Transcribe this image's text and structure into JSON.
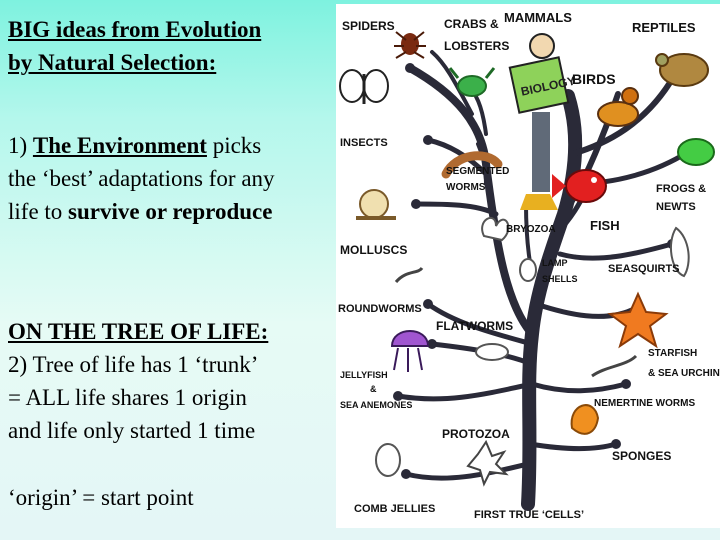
{
  "slide": {
    "title_line1": "BIG ideas from Evolution",
    "title_line2": "by Natural Selection:",
    "p1_prefix": "1) ",
    "p1_highlight": "The Environment",
    "p1_middle": " picks",
    "p1_line2": "the ‘best’ adaptations for any",
    "p1_line3_prefix": "life to ",
    "p1_line3_bold": "survive or reproduce",
    "p2_heading": "ON THE TREE OF LIFE:",
    "p2_line1": "2) Tree of life has 1 ‘trunk’",
    "p2_line2": "= ALL life shares 1 origin",
    "p2_line3": "and life only started 1 time",
    "p3_line": "‘origin’ = start point"
  },
  "tree": {
    "labels": {
      "spiders": "SPIDERS",
      "crabs1": "CRABS &",
      "crabs2": "LOBSTERS",
      "mammals": "MAMMALS",
      "reptiles": "REPTILES",
      "birds": "BIRDS",
      "insects": "INSECTS",
      "segmented1": "SEGMENTED",
      "segmented2": "WORMS",
      "frogs1": "FROGS &",
      "frogs2": "NEWTS",
      "fish": "FISH",
      "bryozoa": "BRYOZOA",
      "molluscs": "MOLLUSCS",
      "lamp1": "LAMP",
      "lamp2": "SHELLS",
      "seasquirts": "SEASQUIRTS",
      "roundworms": "ROUNDWORMS",
      "flatworms": "FLATWORMS",
      "starfish1": "STARFISH",
      "starfish2": "& SEA URCHINS",
      "jelly1": "JELLYFISH",
      "jelly2": "&",
      "jelly3": "SEA ANEMONES",
      "nemertine": "NEMERTINE WORMS",
      "protozoa": "PROTOZOA",
      "sponges": "SPONGES",
      "comb": "COMB JELLIES",
      "first": "FIRST TRUE ‘CELLS’"
    },
    "book_text": "BIOLOGY"
  },
  "colors": {
    "background_top": "#7ef2df",
    "background_bottom": "#e4f6f6",
    "tree_trunk": "#2a2a38"
  }
}
